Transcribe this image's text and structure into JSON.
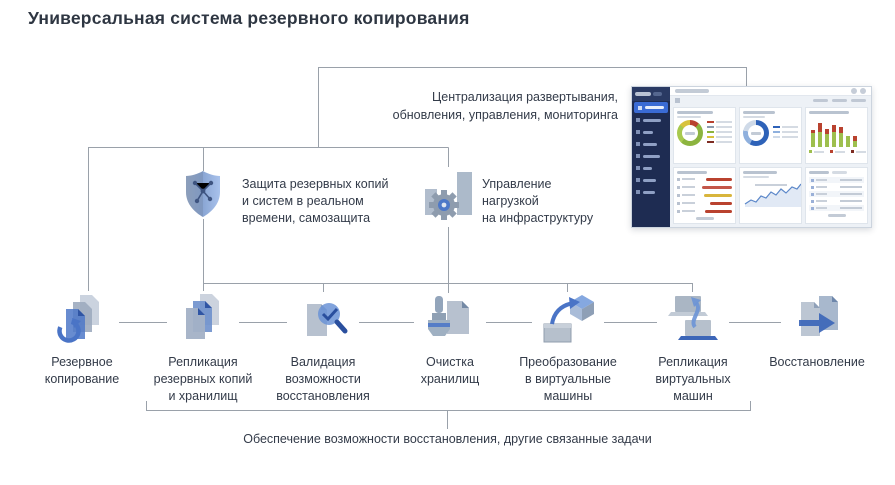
{
  "title": "Универсальная система резервного копирования",
  "annotations": {
    "centralization": {
      "lines": [
        "Централизация развертывания,",
        "обновления, управления, мониторинга"
      ]
    },
    "protection": {
      "lines": [
        "Защита резервных копий",
        "и систем в реальном",
        "времени, самозащита"
      ]
    },
    "load": {
      "lines": [
        "Управление",
        "нагрузкой",
        "на инфраструктуру"
      ]
    }
  },
  "tasks": [
    {
      "id": "backup",
      "lines": [
        "Резервное",
        "копирование"
      ]
    },
    {
      "id": "replication",
      "lines": [
        "Репликация",
        "резервных копий",
        "и хранилищ"
      ]
    },
    {
      "id": "validation",
      "lines": [
        "Валидация",
        "возможности",
        "восстановления"
      ]
    },
    {
      "id": "cleanup",
      "lines": [
        "Очистка",
        "хранилищ"
      ]
    },
    {
      "id": "convert-to-vm",
      "lines": [
        "Преобразование",
        "в виртуальные",
        "машины"
      ]
    },
    {
      "id": "vm-replication",
      "lines": [
        "Репликация",
        "виртуальных",
        "машин"
      ]
    },
    {
      "id": "restore",
      "lines": [
        "Восстановление"
      ]
    }
  ],
  "bottom_caption": "Обеспечение возможности восстановления, другие связанные задачи",
  "colors": {
    "accent_blue": "#4a74c6",
    "dark_blue": "#2f55a4",
    "icon_gray": "#a3b2c4",
    "line_gray": "#9aa1aa",
    "text": "#333b49",
    "dashboard_sidebar": "#1e2c52",
    "dashboard_selected": "#3a6bd4",
    "chart_green": "#8cb43f",
    "chart_red": "#b9422f",
    "chart_yellow": "#d8c23c",
    "chart_blue": "#2e62b8"
  }
}
